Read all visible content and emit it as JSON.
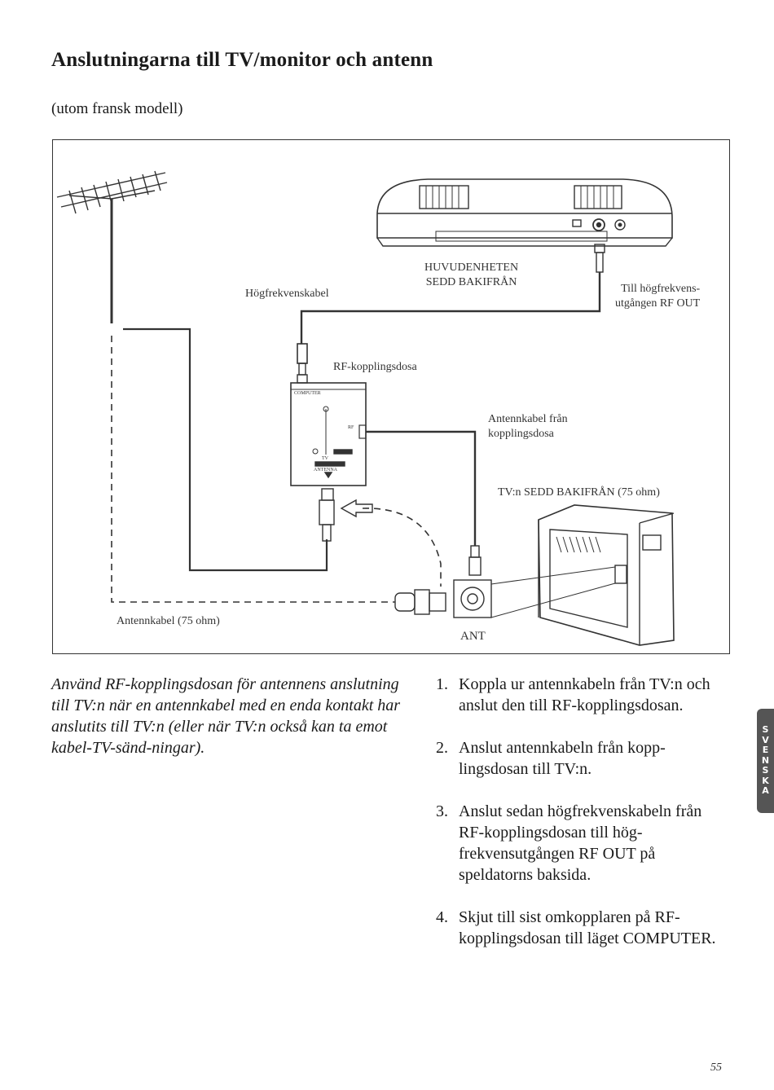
{
  "header": {
    "title": "Anslutningarna till TV/monitor och antenn",
    "subtitle": "(utom fransk modell)"
  },
  "figure": {
    "labels": {
      "main_unit_line1": "HUVUDENHETEN",
      "main_unit_line2": "SEDD BAKIFRÅN",
      "rf_cable": "Högfrekvenskabel",
      "rf_out_line1": "Till högfrekvens-",
      "rf_out_line2": "utgången RF OUT",
      "rf_switch_box": "RF-kopplingsdosa",
      "antenna_cable_from_line1": "Antennkabel från",
      "antenna_cable_from_line2": "kopplingsdosa",
      "tv_rear": "TV:n SEDD BAKIFRÅN (75 ohm)",
      "antenna_cable": "Antennkabel (75 ohm)",
      "ant": "ANT",
      "box_computer": "COMPUTER",
      "box_tv": "TV",
      "box_antenna": "ANTENNA",
      "box_rf": "RF"
    }
  },
  "intro_text": "Använd RF-kopplingsdosan för antennens anslutning till TV:n när en antennkabel med en enda kontakt har anslutits till TV:n (eller när TV:n också kan ta emot kabel-TV-sänd-ningar).",
  "steps": [
    {
      "number": "1.",
      "text": "Koppla ur antennkabeln från TV:n och anslut den till RF-kopplingsdosan."
    },
    {
      "number": "2.",
      "text": "Anslut antennkabeln från kopp-lingsdosan till TV:n."
    },
    {
      "number": "3.",
      "text": "Anslut sedan högfrekvenskabeln från RF-kopplingsdosan till hög-frekvensutgången RF OUT på speldatorns baksida."
    },
    {
      "number": "4.",
      "text": "Skjut till sist omkopplaren på RF-kopplingsdosan till läget COMPUTER."
    }
  ],
  "side_tab": {
    "letters": [
      "S",
      "V",
      "E",
      "N",
      "S",
      "K",
      "A"
    ]
  },
  "page_number": "55"
}
